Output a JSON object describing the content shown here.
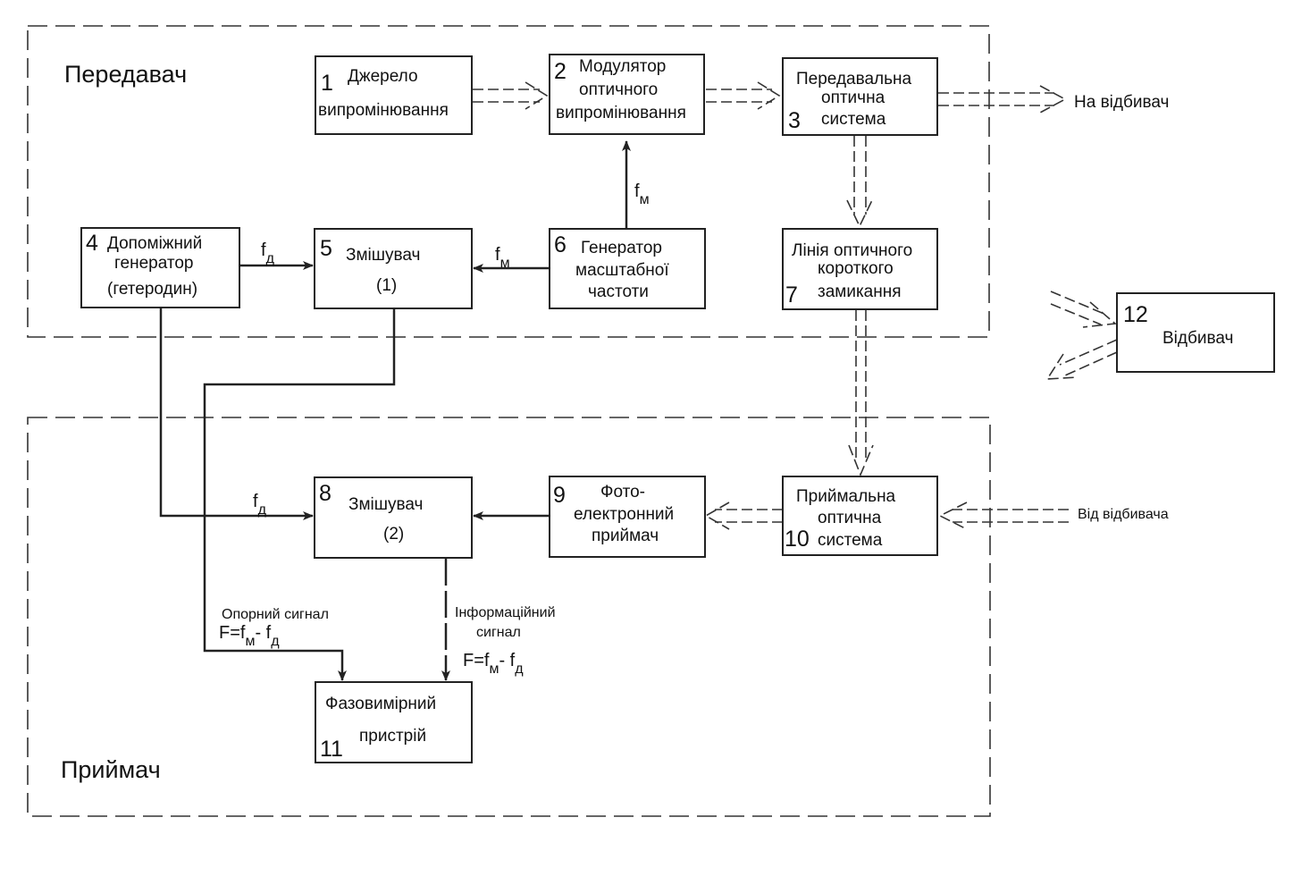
{
  "regions": {
    "transmitter": "Передавач",
    "receiver": "Приймач"
  },
  "blocks": [
    {
      "id": "b1",
      "number": "1",
      "lines": [
        "Джерело",
        "випромінювання"
      ]
    },
    {
      "id": "b2",
      "number": "2",
      "lines": [
        "Модулятор",
        "оптичного",
        "випромінювання"
      ]
    },
    {
      "id": "b3",
      "number": "3",
      "lines": [
        "Передавальна",
        "оптична",
        "система"
      ]
    },
    {
      "id": "b4",
      "number": "4",
      "lines": [
        "Допоміжний",
        "генератор",
        "(гетеродин)"
      ]
    },
    {
      "id": "b5",
      "number": "5",
      "lines": [
        "Змішувач",
        "(1)"
      ]
    },
    {
      "id": "b6",
      "number": "6",
      "lines": [
        "Генератор",
        "масштабної",
        "частоти"
      ]
    },
    {
      "id": "b7",
      "number": "7",
      "lines": [
        "Лінія оптичного",
        "короткого",
        "замикання"
      ]
    },
    {
      "id": "b8",
      "number": "8",
      "lines": [
        "Змішувач",
        "(2)"
      ]
    },
    {
      "id": "b9",
      "number": "9",
      "lines": [
        "Фото-",
        "електронний",
        "приймач"
      ]
    },
    {
      "id": "b10",
      "number": "10",
      "lines": [
        "Приймальна",
        "оптична",
        "система"
      ]
    },
    {
      "id": "b11",
      "number": "11",
      "lines": [
        "Фазовимірний",
        "пристрій"
      ]
    },
    {
      "id": "b12",
      "number": "12",
      "lines": [
        "Відбивач"
      ]
    }
  ],
  "signals": {
    "f_main": "f",
    "sub_m": "м",
    "sub_d": "д",
    "to_reflector": "На відбивач",
    "from_reflector": "Від відбивача",
    "reference_signal": "Опорний сигнал",
    "information_signal_line1": "Інформаційний",
    "information_signal_line2": "сигнал",
    "F_prefix": "F=f",
    "F_minus": "- f",
    "F_minus_info": "- f"
  }
}
